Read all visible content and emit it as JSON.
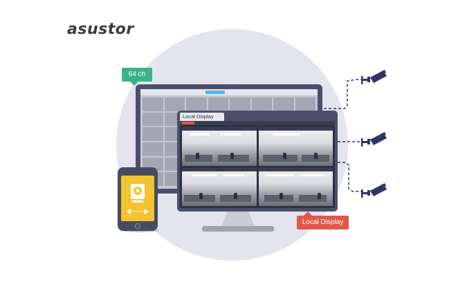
{
  "logo": {
    "text": "asustor"
  },
  "tags": {
    "channels": "64 ch",
    "local_display": "Local Display"
  },
  "monitor_small": {
    "title": "Local Display"
  },
  "colors": {
    "background_circle": "#e3e4ee",
    "channels_tag": "#3bb38a",
    "local_display_tag": "#e0584a",
    "device_body": "#4a4f6a",
    "phone_screen": "#f4c430",
    "camera_icon": "#2f3566"
  },
  "icons": {
    "cameras": [
      "cctv-camera-icon",
      "cctv-camera-icon",
      "cctv-camera-icon"
    ],
    "phone_app": "camera-app-icon",
    "swipe": "swipe-arrows-icon"
  }
}
